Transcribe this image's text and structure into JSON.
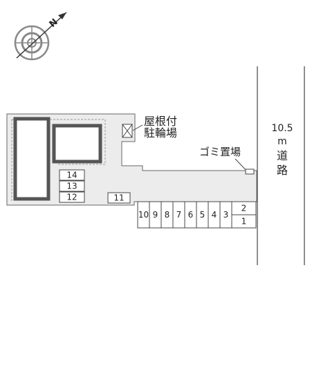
{
  "road": {
    "width_value": "10.5",
    "width_unit": "m",
    "name_chars": [
      "道",
      "路"
    ]
  },
  "labels": {
    "covered_bike_parking_line1": "屋根付",
    "covered_bike_parking_line2": "駐輪場",
    "garbage_area": "ゴミ置場"
  },
  "parking": {
    "left_column": [
      "14",
      "13",
      "12"
    ],
    "single_spot": "11",
    "bottom_row": [
      "10",
      "9",
      "8",
      "7",
      "6",
      "5",
      "4",
      "3"
    ],
    "right_stack": [
      "2",
      "1"
    ]
  },
  "compass": {
    "north_letter": "N"
  },
  "colors": {
    "lot_fill": "#ececec",
    "building_stroke": "#555555",
    "line": "#444444"
  }
}
